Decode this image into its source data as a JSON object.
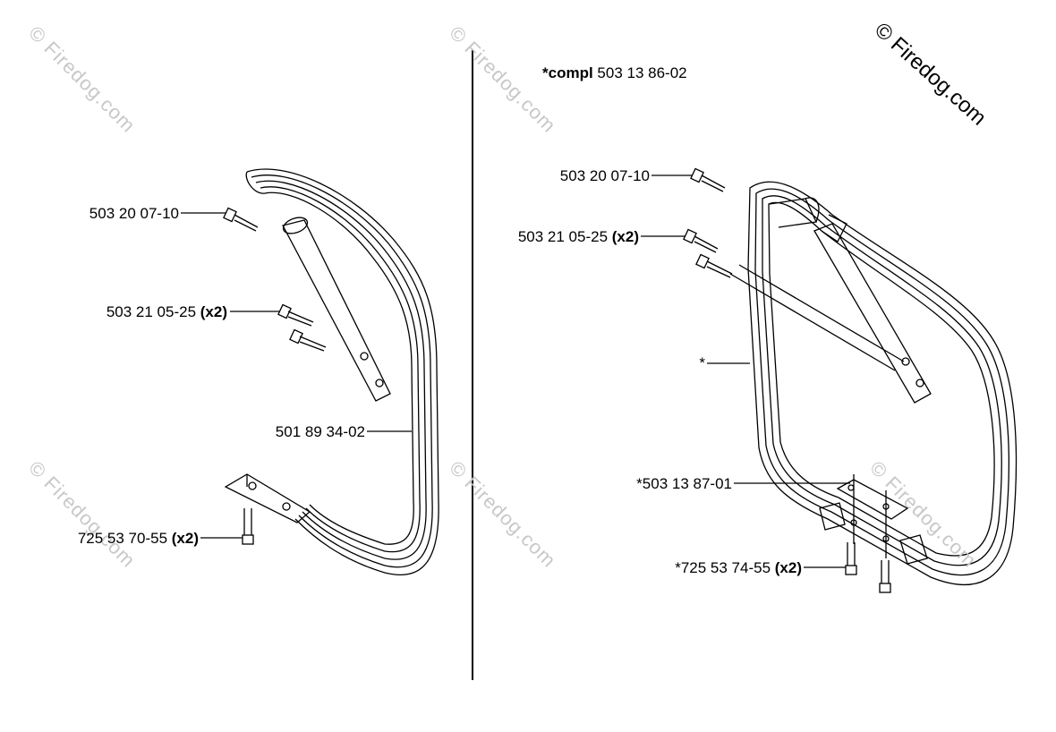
{
  "watermark": "© Firedog.com",
  "copyright": "© Firedog.com",
  "left_panel": {
    "labels": [
      {
        "id": "bolt-top",
        "part": "503 20 07-10",
        "qty": ""
      },
      {
        "id": "bolt-pair",
        "part": "503 21 05-25",
        "qty": "(x2)"
      },
      {
        "id": "handle",
        "part": "501 89 34-02",
        "qty": ""
      },
      {
        "id": "bolt-bottom",
        "part": "725 53 70-55",
        "qty": "(x2)"
      }
    ]
  },
  "right_panel": {
    "compl_prefix": "*compl",
    "compl_part": "503 13 86-02",
    "labels": [
      {
        "id": "bolt-top",
        "part": "503 20 07-10",
        "qty": ""
      },
      {
        "id": "bolt-pair",
        "part": "503 21 05-25",
        "qty": "(x2)"
      },
      {
        "id": "frame",
        "part": "*",
        "qty": ""
      },
      {
        "id": "plate",
        "part": "*503 13 87-01",
        "qty": ""
      },
      {
        "id": "bolt-bottom",
        "part": "*725 53 74-55",
        "qty": "(x2)"
      }
    ]
  }
}
